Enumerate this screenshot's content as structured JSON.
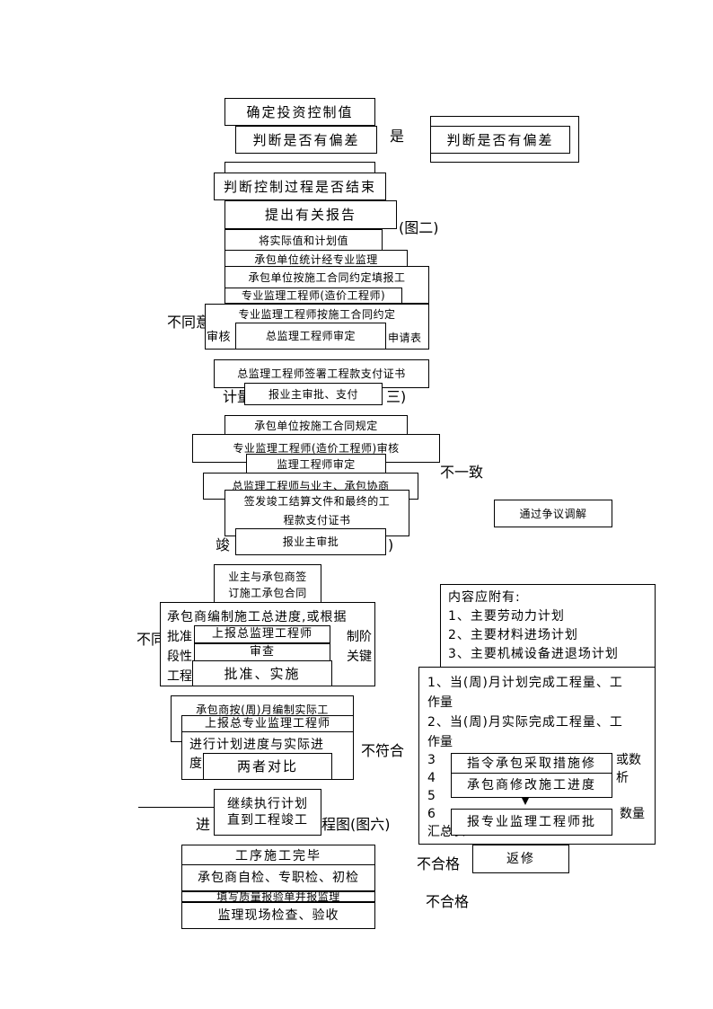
{
  "fig1": {
    "b1": "确定投资控制值",
    "b2": "判断是否有偏差",
    "yes": "是",
    "b3": "判断是否有偏差",
    "b4": "判断控制过程是否结束",
    "b5": "提出有关报告",
    "b6": "将实际值和计划值"
  },
  "fig2": {
    "caption": "(图二)",
    "b1": "承包单位统计经专业监理",
    "b2": "承包单位按施工合同约定填报工",
    "b3": "专业监理工程师(造价工程师)",
    "not_agree": "不同意",
    "b4": "专业监理工程师按施工合同约定",
    "b4_left": "审核",
    "b4_right": "申请表",
    "b5": "总监理工程师审定",
    "b6": "总监理工程师签署工程款支付证书",
    "b7": "报业主审批、支付",
    "caption_left": "计量",
    "caption_right": "三)"
  },
  "fig3": {
    "b1": "承包单位按施工合同规定",
    "b2": "专业监理工程师(造价工程师)审核",
    "b3": "监理工程师审定",
    "b4": "总监理工程师与业主、承包协商",
    "b5_line1": "签发竣工结算文件和最终的工",
    "b5_line2": "程款支付证书",
    "b6": "报业主审批",
    "disagree": "不一致",
    "mediate": "通过争议调解",
    "caption_left": "竣",
    "caption_right": ")"
  },
  "fig4": {
    "contract_line1": "业主与承包商签",
    "contract_line2": "订施工承包合同",
    "sched_line1": "承包商编制施工总进度,或根据",
    "sched_line2_left": "批准",
    "sched_line2_right": "制阶",
    "sched_line3_left": "段性",
    "sched_line3_right": "关键",
    "sched_line4_left": "工程",
    "submit": "上报总监理工程师",
    "review": "审查",
    "approve": "批准、实施",
    "not_left": "不同"
  },
  "contents": {
    "title": "内容应附有:",
    "items": [
      "1、主要劳动力计划",
      "2、主要材料进场计划",
      "3、主要机械设备进退场计划"
    ]
  },
  "fig5": {
    "monthly": "承包商按(周)月编制实际工",
    "submit": "上报总专业监理工程师",
    "compare_line1": "进行计划进度与实际进",
    "compare_line2_left": "度",
    "both": "两者对比",
    "nonconform": "不符合",
    "continue_line1": "继续执行计划",
    "continue_line2": "直到工程竣工",
    "caption_left": "进",
    "caption_right": "程图(图六)"
  },
  "progress": {
    "item1_line1": "1、当(周)月计划完成工程量、工",
    "item1_line2": "作量",
    "item2_line1": "2、当(周)月实际完成工程量、工",
    "item2_line2": "作量",
    "item3_start": "3",
    "item3_end": "或数",
    "item4_start": "4",
    "item4_end": "析",
    "item5_start": "5",
    "item6_start": "6",
    "item6_end": "数量",
    "item6_line2": "汇总表",
    "measures": "指令承包采取措施修",
    "revise": "承包商修改施工进度",
    "report": "报专业监理工程师批"
  },
  "fig7": {
    "b1": "工序施工完毕",
    "b2": "承包商自检、专职检、初检",
    "b3": "填写质量报验单并报监理",
    "b4": "监理现场检查、验收",
    "rework": "返修",
    "fail1": "不合格",
    "fail2": "不合格"
  }
}
